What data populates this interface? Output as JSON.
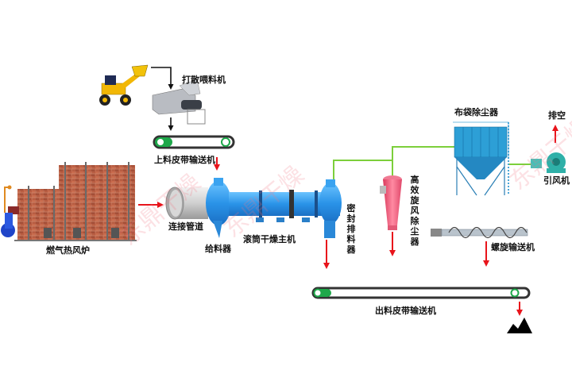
{
  "diagram": {
    "title": "",
    "watermark": "东鼎干燥",
    "colors": {
      "process_arrow": "#e8141b",
      "feed_arrow": "#111111",
      "air_duct": "#7ccf3b",
      "dryer_blue": "#2a93e8",
      "cyclone_pink": "#ee5a78",
      "baghouse_blue": "#2d9fd6",
      "belt_green": "#1ea84a",
      "brick": "#b35a3e"
    },
    "nodes": [
      {
        "id": "loader",
        "label": ""
      },
      {
        "id": "disperser_feeder",
        "label": "打散喂料机"
      },
      {
        "id": "feed_belt",
        "label": "上料皮带输送机"
      },
      {
        "id": "hot_air_furnace",
        "label": "燃气热风炉"
      },
      {
        "id": "connecting_duct",
        "label": "连接管道"
      },
      {
        "id": "feeder",
        "label": "给料器"
      },
      {
        "id": "rotary_dryer",
        "label": "滚筒干燥主机"
      },
      {
        "id": "sealed_discharger",
        "label": "密封排料器"
      },
      {
        "id": "cyclone",
        "label": "高效旋风除尘器"
      },
      {
        "id": "bag_filter",
        "label": "布袋除尘器"
      },
      {
        "id": "exhaust",
        "label": "排空"
      },
      {
        "id": "induced_fan",
        "label": "引风机"
      },
      {
        "id": "screw_conveyor",
        "label": "螺旋输送机"
      },
      {
        "id": "discharge_belt",
        "label": "出料皮带输送机"
      },
      {
        "id": "product_pile",
        "label": ""
      }
    ],
    "edges": [
      {
        "from": "loader",
        "to": "disperser_feeder",
        "type": "feed"
      },
      {
        "from": "disperser_feeder",
        "to": "feed_belt",
        "type": "feed"
      },
      {
        "from": "feed_belt",
        "to": "feeder",
        "type": "material"
      },
      {
        "from": "hot_air_furnace",
        "to": "connecting_duct",
        "type": "hot-air"
      },
      {
        "from": "sealed_discharger",
        "to": "discharge_belt",
        "type": "material"
      },
      {
        "from": "sealed_discharger",
        "to": "cyclone",
        "type": "air-duct"
      },
      {
        "from": "cyclone",
        "to": "bag_filter",
        "type": "air-duct"
      },
      {
        "from": "bag_filter",
        "to": "induced_fan",
        "type": "air-duct"
      },
      {
        "from": "induced_fan",
        "to": "exhaust",
        "type": "exhaust"
      },
      {
        "from": "discharge_belt",
        "to": "product_pile",
        "type": "material"
      }
    ]
  }
}
